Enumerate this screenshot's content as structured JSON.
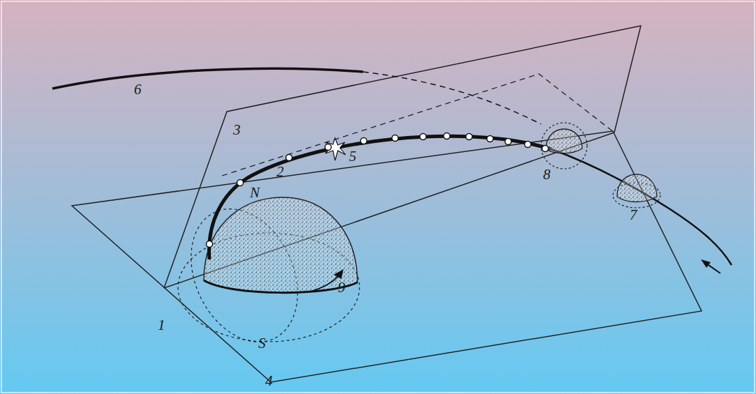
{
  "diagram": {
    "labels": [
      "6",
      "3",
      "2",
      "5",
      "N",
      "1",
      "9",
      "S",
      "8",
      "7",
      "4"
    ]
  }
}
